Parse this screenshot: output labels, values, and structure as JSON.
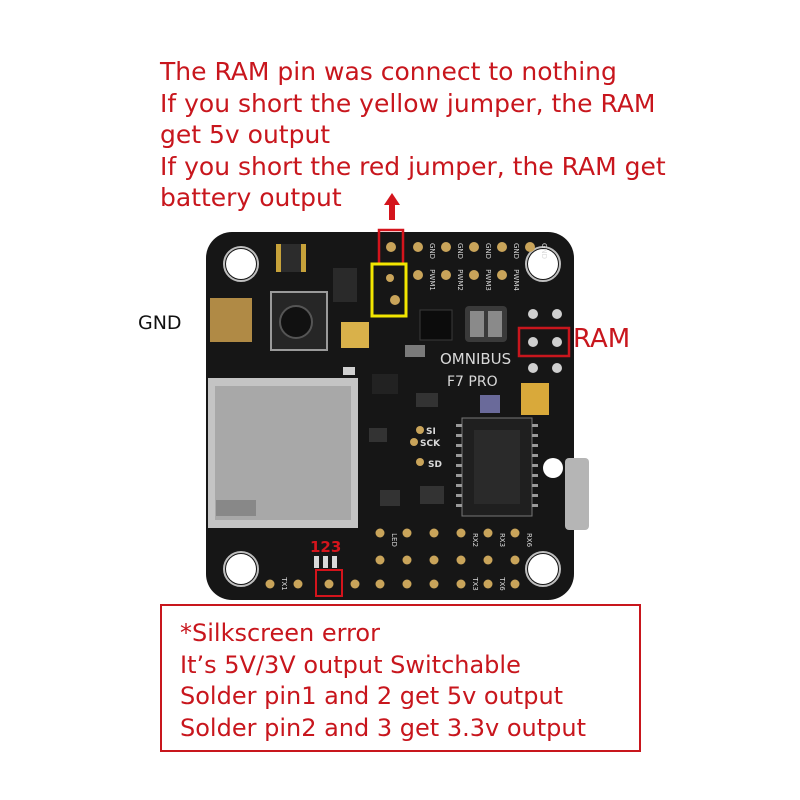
{
  "top_note": {
    "lines": [
      "The RAM pin was connect to nothing",
      "If you short the yellow jumper, the RAM",
      "get 5v output",
      "If you short the red jumper, the RAM get",
      "battery output"
    ]
  },
  "labels": {
    "gnd": "GND",
    "ram": "RAM"
  },
  "board": {
    "brand": "OMNIBUS",
    "model": "F7 PRO",
    "jumper_numbers": "123",
    "pads_top": [
      "GND",
      "GND",
      "GND",
      "GND",
      "GND"
    ],
    "pads_top2": [
      "PWM1",
      "PWM2",
      "PWM3",
      "PWM4"
    ],
    "spi_labels": [
      "SI",
      "SCK",
      "SD"
    ],
    "bottom_row1": [
      "LED",
      "RX2",
      "RX3",
      "RX6"
    ],
    "bottom_row2": [
      "TX1",
      "TX3",
      "TX6"
    ]
  },
  "bottom_note": {
    "lines": [
      "*Silkscreen error",
      "It’s 5V/3V output Switchable",
      "Solder pin1 and 2 get 5v output",
      "Solder pin2 and 3 get 3.3v output"
    ]
  },
  "colors": {
    "annotation_red": "#c8161d",
    "jumper_yellow": "#f2e600",
    "pcb_black": "#161616",
    "arrow_red": "#d4141c"
  }
}
